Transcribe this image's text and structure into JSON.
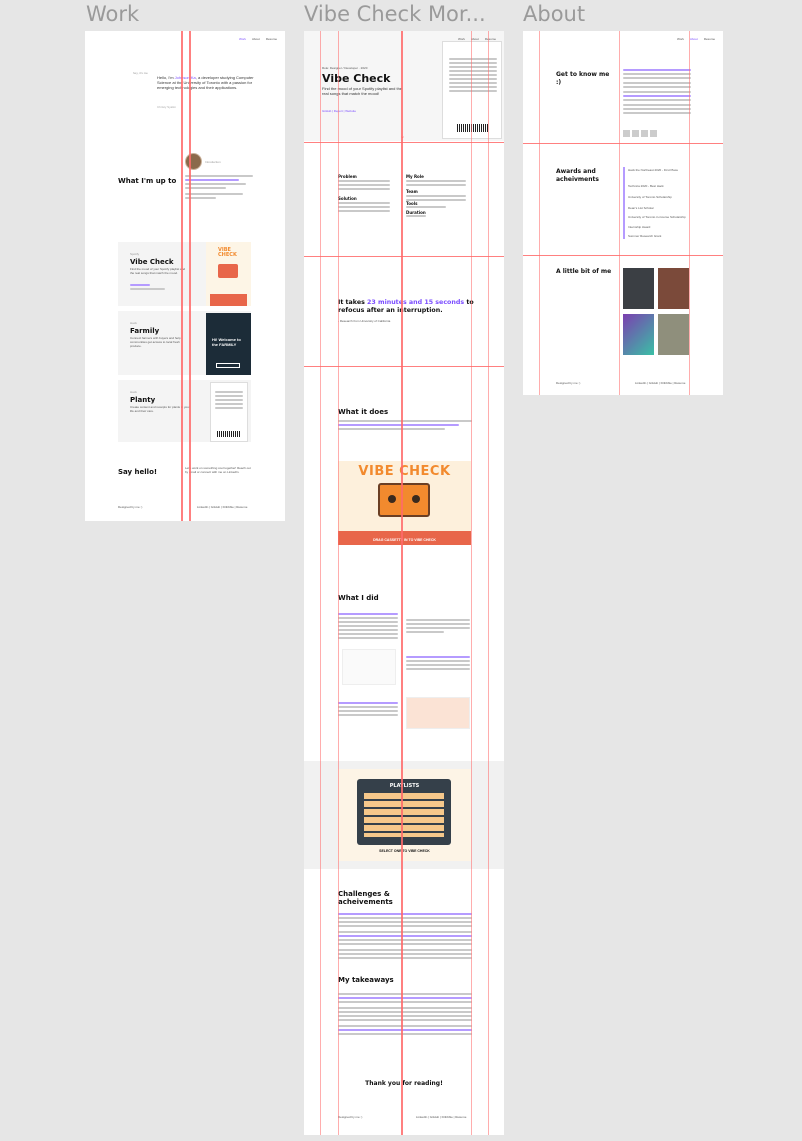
{
  "frames": {
    "work": {
      "label": "Work",
      "nav": [
        "Work",
        "About",
        "Resume"
      ],
      "intro_tag": "hey, it's me",
      "intro_pre": "Hello, I'm ",
      "intro_name": "Johnson Ka",
      "intro_post": ", a developer studying Computer Science at the University of Toronto with a passion for emerging technologies and their applications.",
      "intro_sig": "Christy Syalim",
      "up_title": "What I'm up to",
      "up_caption": "Introduction",
      "projects": [
        {
          "tag": "Spotify",
          "name": "Vibe Check",
          "desc": "Find the mood of your Spotify playlist and the real songs that match the mood.",
          "art": "vibe"
        },
        {
          "tag": "Hack",
          "name": "Farmily",
          "desc": "Connect farmers with buyers and help communities get access to local fresh produce.",
          "art": "farmily"
        },
        {
          "tag": "Hack",
          "name": "Planty",
          "desc": "Create content and receipts for plants in your life and their care.",
          "art": "planty"
        }
      ],
      "hello_title": "Say hello!",
      "hello_body": "Let's work on something cool together! Reach out by email or connect with me on LinkedIn.",
      "footer_left": "Designed by me :)",
      "footer_right": "LinkedIn | GitHub | Dribbble | Resume"
    },
    "vibe": {
      "label": "Vibe Check Mor...",
      "nav": [
        "Work",
        "About",
        "Resume"
      ],
      "eyebrow": "Role: Designer / Developer · 2020",
      "title": "Vibe Check",
      "subtitle": "Find the mood of your Spotify playlist and the real songs that match the mood!",
      "links": "GitHub | Report | Website",
      "problem_h": "Problem",
      "solution_h": "Solution",
      "role_h": "My Role",
      "team_h": "Team",
      "tools_h": "Tools",
      "duration_h": "Duration",
      "stat_pre": "It takes ",
      "stat_hl": "23 minutes and 15 seconds",
      "stat_post": " to refocus after an interruption.",
      "stat_src": "- Research from University of California",
      "what_h": "What it does",
      "banner_title": "VIBE CHECK",
      "banner_cta": "DRAG CASSETTE IN TO VIBE CHECK",
      "did_h": "What I did",
      "playlist_title": "PLAYLISTS",
      "playlist_cta": "SELECT ONE TO VIBE CHECK",
      "chall_h": "Challenges & acheivements",
      "take_h": "My takeaways",
      "thanks": "Thank you for reading!",
      "footer_left": "Designed by me :)",
      "footer_right": "LinkedIn | GitHub | Dribbble | Resume"
    },
    "about": {
      "label": "About",
      "nav": [
        "Work",
        "About",
        "Resume"
      ],
      "know_h": "Get to know me :)",
      "awards_h": "Awards and acheivments",
      "awards": [
        "Hack the Northeast 2020 - First Place",
        "Technica 2020 - Best Hack",
        "University of Toronto Scholarship",
        "Dean's List Scholar",
        "University of Toronto in-Course Scholarship",
        "Internship Award",
        "Summer Research Grant"
      ],
      "bit_h": "A little bit of me",
      "footer_left": "Designed by me :)",
      "footer_right": "LinkedIn | GitHub | Dribbble | Resume"
    }
  },
  "colors": {
    "accent": "#7b4dff",
    "guide": "#ff6a6a",
    "orange": "#f28a2e",
    "coral": "#e8664a"
  }
}
